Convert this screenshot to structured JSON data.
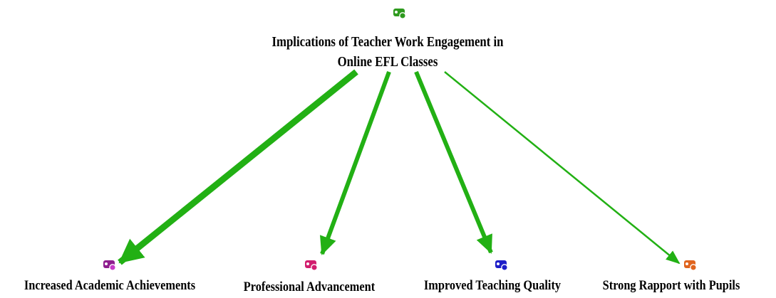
{
  "diagram": {
    "root": {
      "line1": "Implications of Teacher Work Engagement in",
      "line2": "Online EFL Classes",
      "icon": "quotation-icon",
      "icon_color": "#2e9a1e"
    },
    "children": [
      {
        "label": "Increased Academic Achievements",
        "icon": "quotation-icon",
        "icon_color": "#8e1e8e",
        "dot_color": "#c83cc8"
      },
      {
        "label": "Professional Advancement",
        "icon": "quotation-icon",
        "icon_color": "#d21e6e",
        "dot_color": "#d21e6e"
      },
      {
        "label": "Improved Teaching Quality",
        "icon": "quotation-icon",
        "icon_color": "#1e1ec8",
        "dot_color": "#1e1ec8"
      },
      {
        "label": "Strong Rapport with Pupils",
        "icon": "quotation-icon",
        "icon_color": "#e0641e",
        "dot_color": "#e0641e"
      }
    ],
    "edge_color": "#22b014",
    "edge_weights": [
      4,
      3,
      3,
      1
    ]
  }
}
